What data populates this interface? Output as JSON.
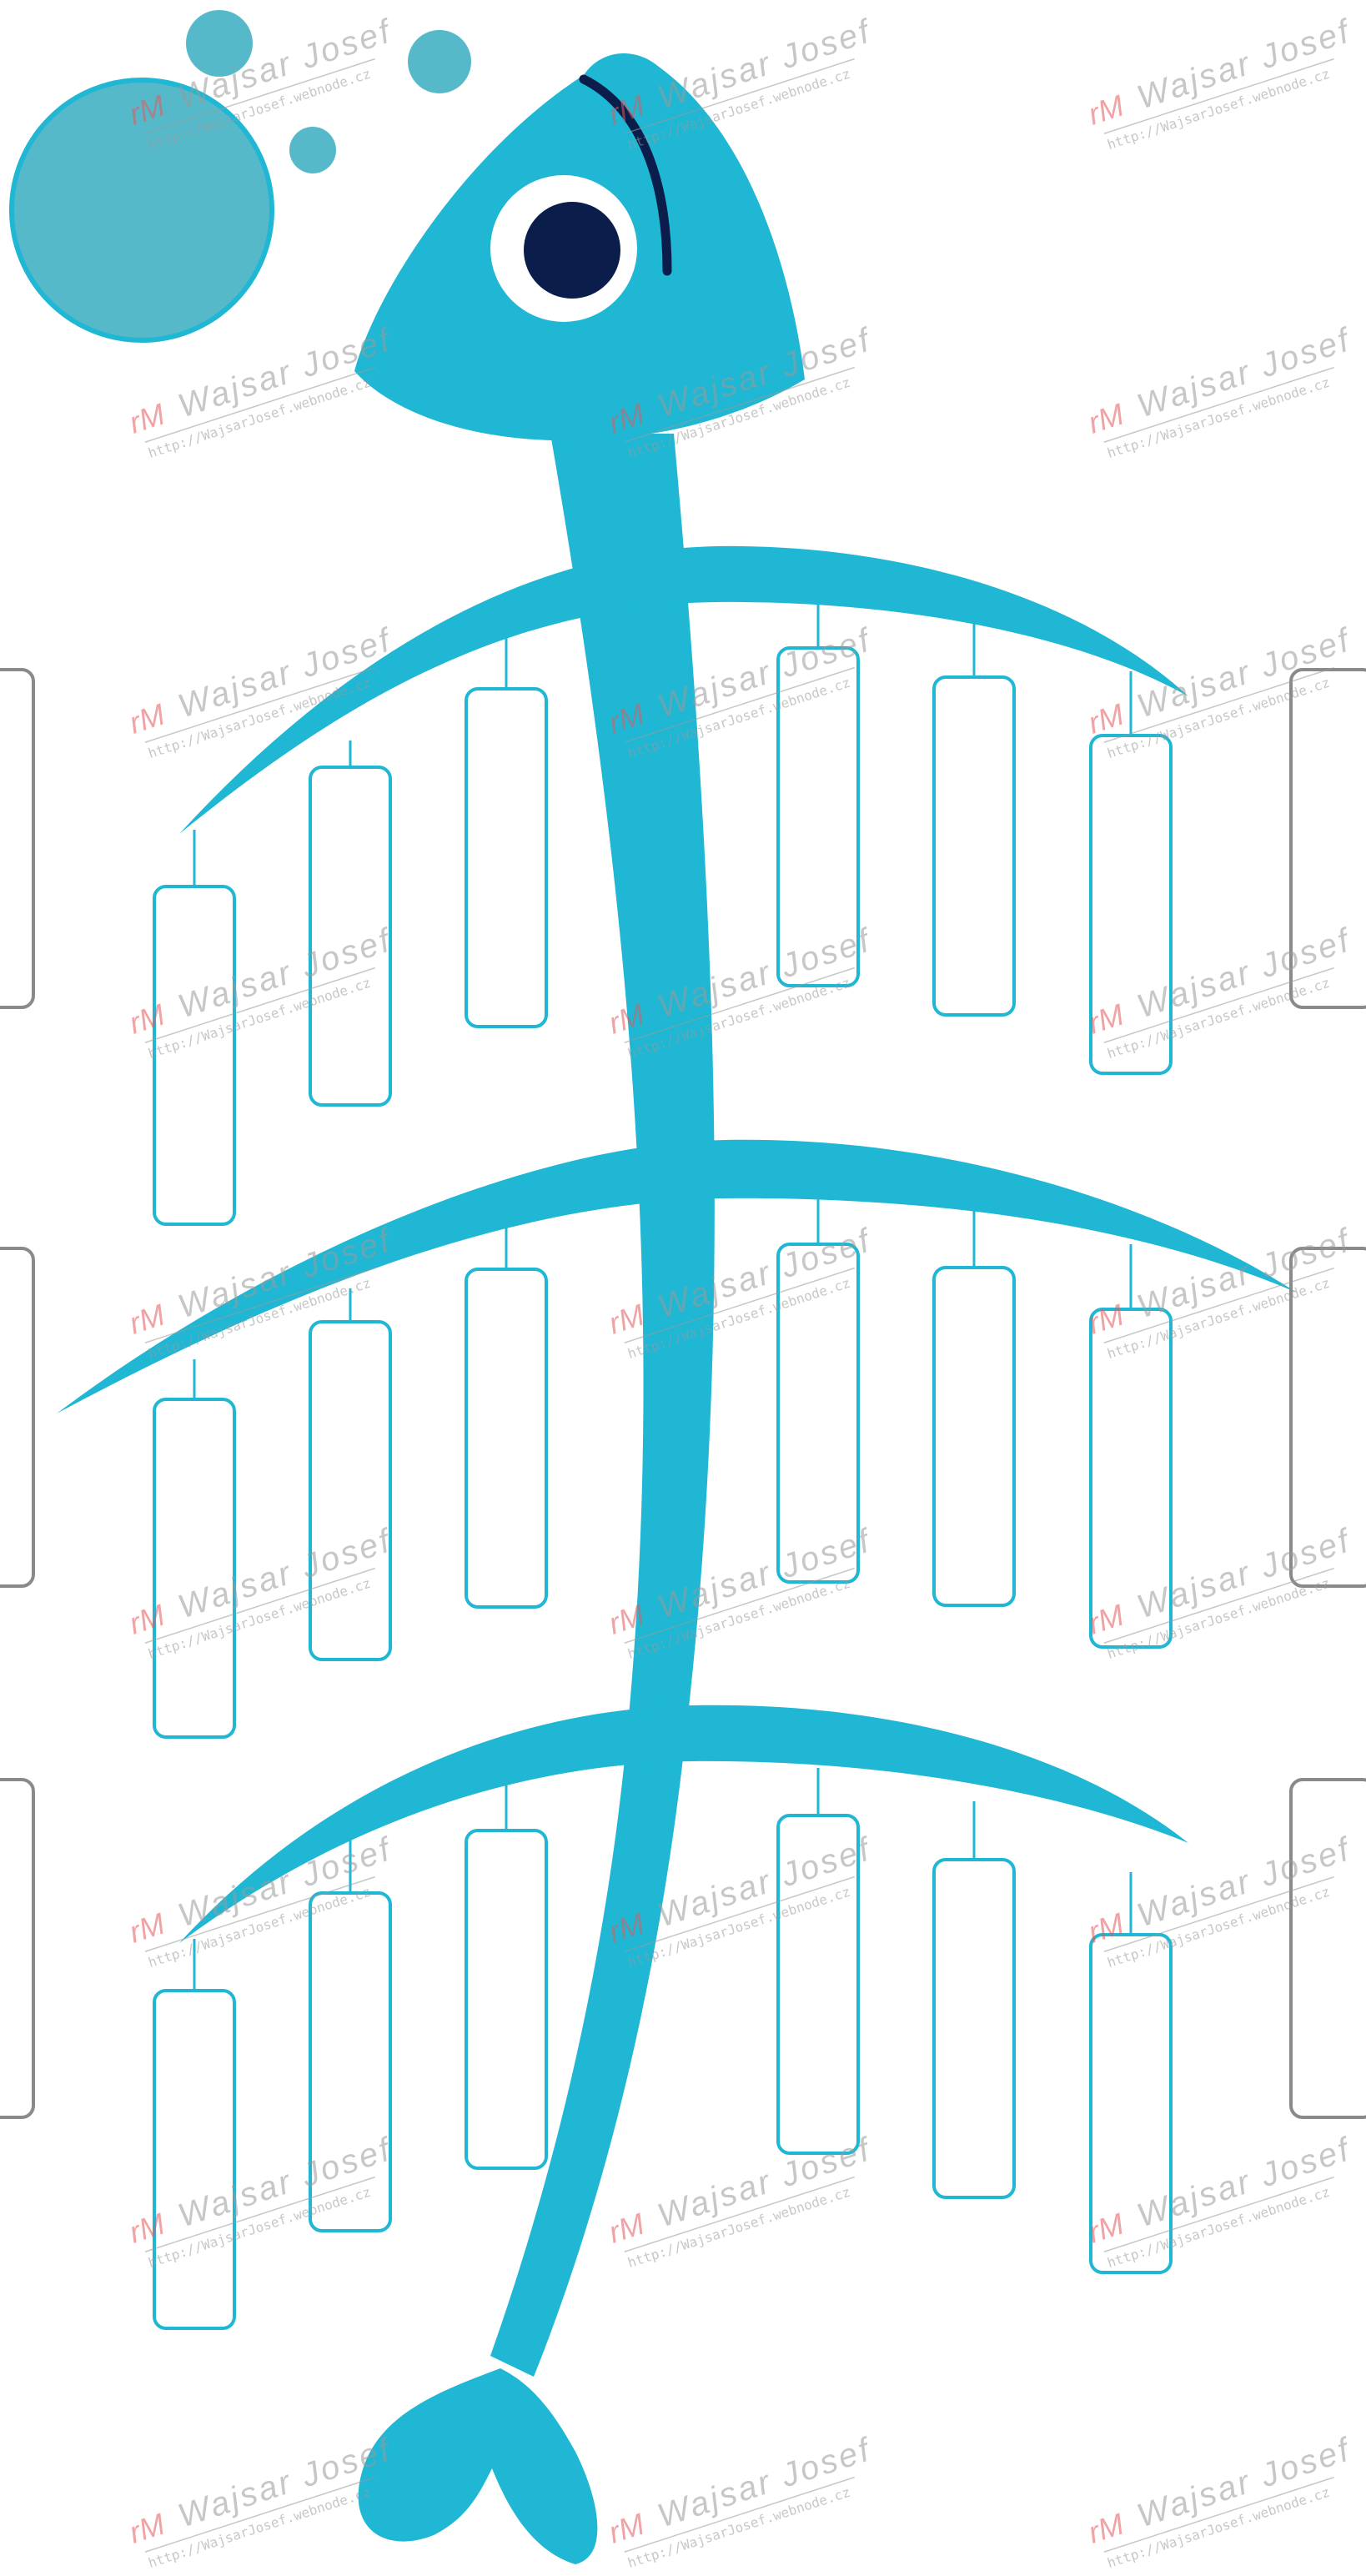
{
  "diagram": {
    "type": "fishbone-template",
    "accent_color": "#1fb7d4",
    "eye_color": "#0b1d4a",
    "box_stroke": "#1fb7d4",
    "side_box_stroke": "#8a8a8a",
    "rib_rows": 3,
    "boxes_per_row": 6,
    "boxes_text": [
      "",
      "",
      "",
      "",
      "",
      "",
      "",
      "",
      "",
      "",
      "",
      "",
      "",
      "",
      "",
      "",
      "",
      ""
    ],
    "side_boxes_text": [
      "",
      "",
      "",
      "",
      "",
      ""
    ]
  },
  "watermark": {
    "author": "Wajsar Josef",
    "logo": "rM",
    "url": "http://WajsarJosef.webnode.cz",
    "logo_color": "#e2595b",
    "text_color": "#9a9a9a"
  }
}
